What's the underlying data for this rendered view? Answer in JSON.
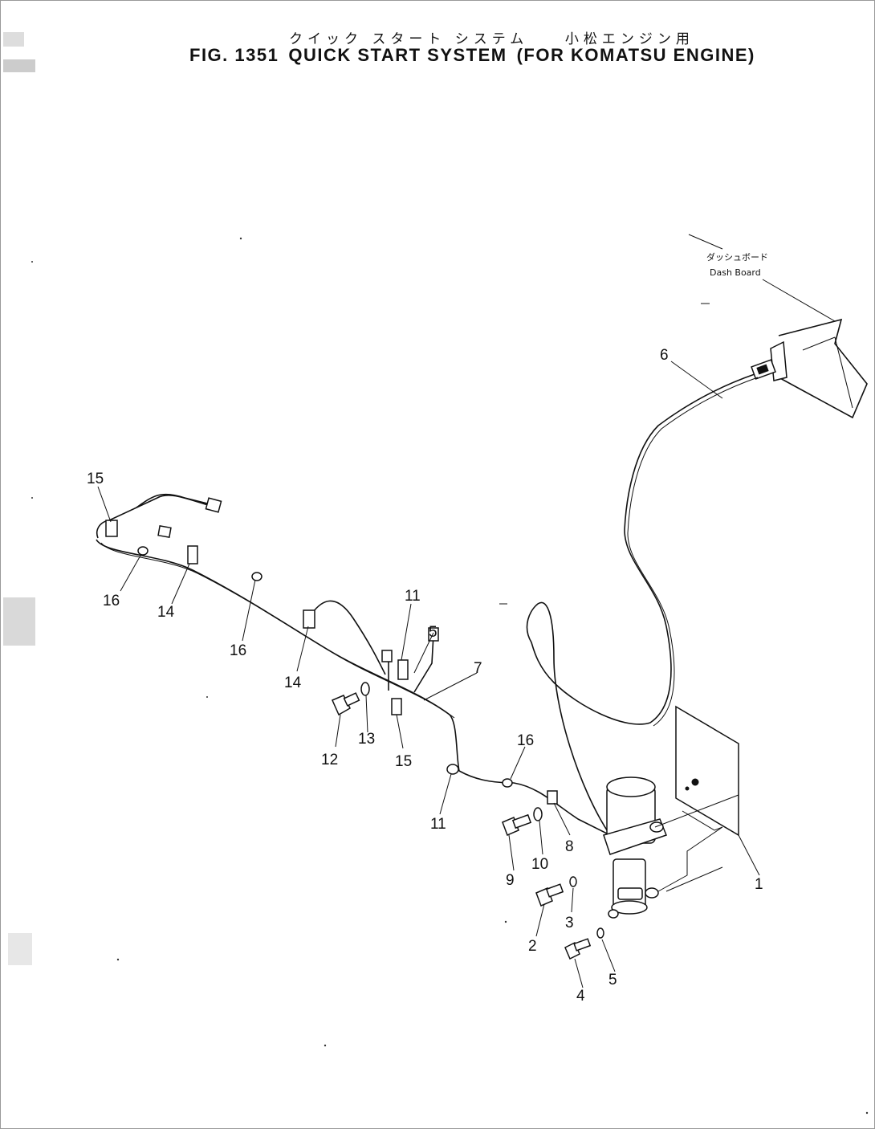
{
  "figure": {
    "title_jp": "クイック スタート システム    小松エンジン用",
    "fig_number": "FIG. 1351",
    "title_main": "QUICK START SYSTEM",
    "title_variant": "(FOR KOMATSU ENGINE)"
  },
  "annotation": {
    "jp": "ダッシュボード",
    "en": "Dash Board"
  },
  "callouts": {
    "c1": "1",
    "c2": "2",
    "c3": "3",
    "c4": "4",
    "c5a": "5",
    "c5b": "5",
    "c6": "6",
    "c7": "7",
    "c8": "8",
    "c9": "9",
    "c10": "10",
    "c11a": "11",
    "c11b": "11",
    "c12": "12",
    "c13": "13",
    "c14a": "14",
    "c14b": "14",
    "c15a": "15",
    "c15b": "15",
    "c16a": "16",
    "c16b": "16",
    "c16c": "16"
  }
}
